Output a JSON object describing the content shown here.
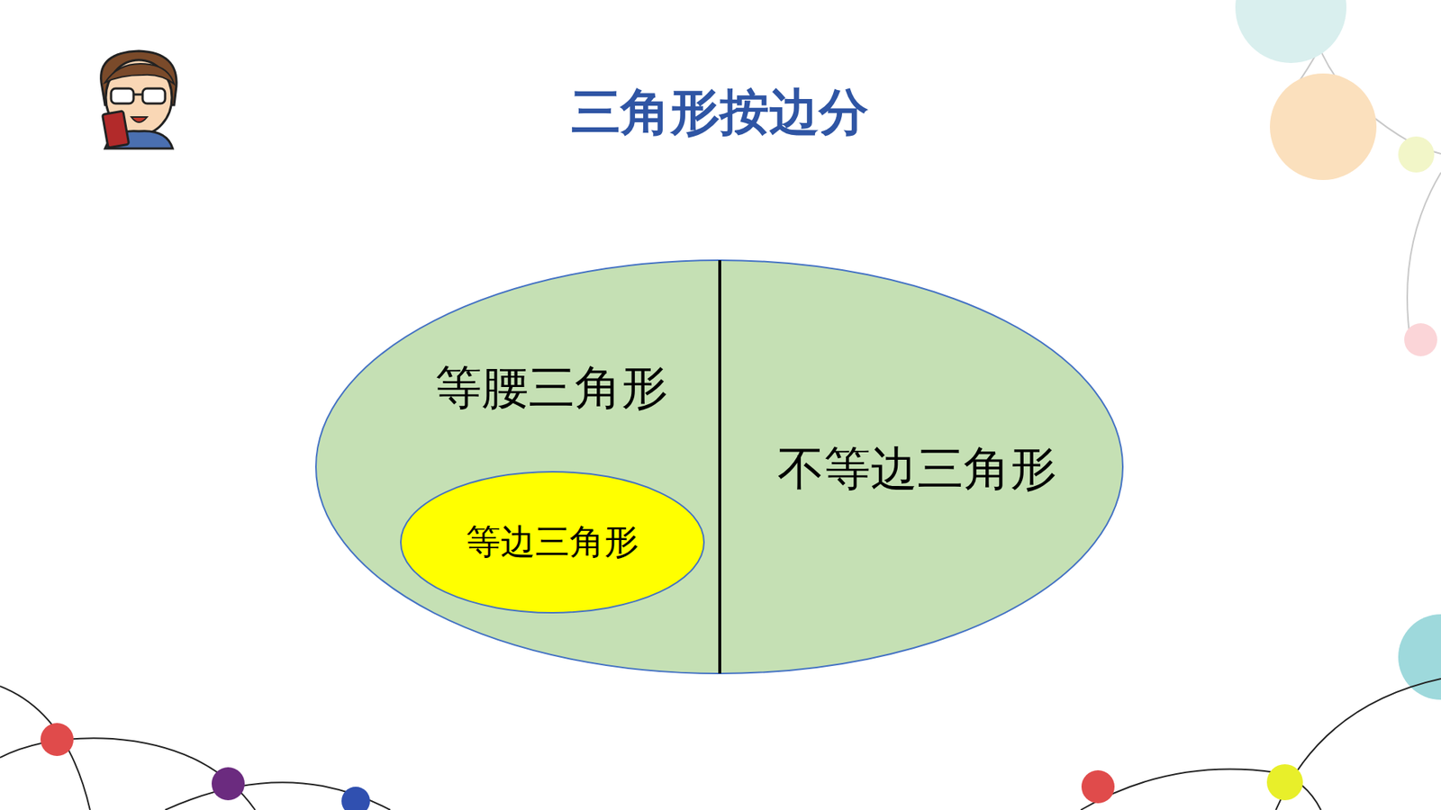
{
  "diagram": {
    "title": "三角形按边分",
    "nodes": [
      {
        "text": [
          "等腰三角形"
        ]
      },
      {
        "text": [
          "等边三角形"
        ],
        "in": 0
      },
      {
        "text": [
          "不等边三角形"
        ]
      }
    ]
  }
}
